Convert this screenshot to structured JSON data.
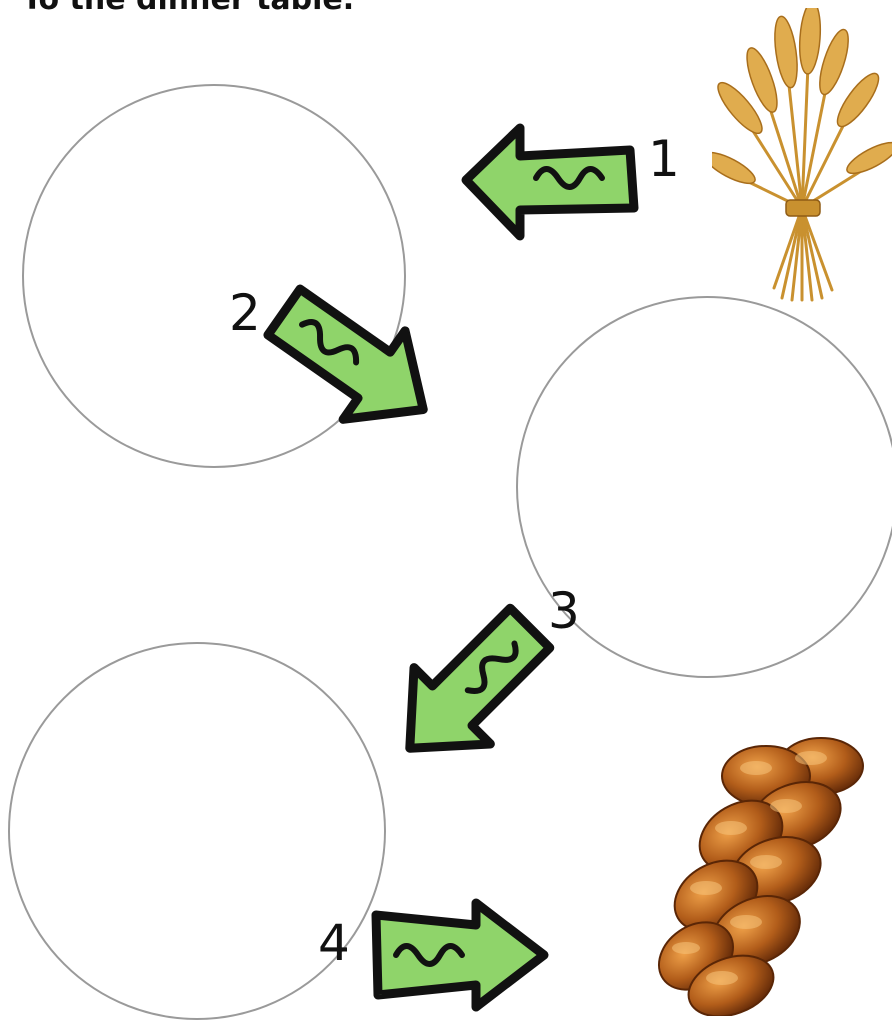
{
  "title": "To the dinner table.",
  "steps": [
    {
      "number": "1"
    },
    {
      "number": "2"
    },
    {
      "number": "3"
    },
    {
      "number": "4"
    }
  ],
  "colors": {
    "arrow_fill": "#8fd46a",
    "arrow_outline": "#111111",
    "circle_stroke": "#9a9a9a",
    "wheat": "#d9a441",
    "bread": "#b0611c"
  },
  "images": {
    "start": "wheat-sheaf-icon",
    "end": "challah-bread-icon"
  }
}
